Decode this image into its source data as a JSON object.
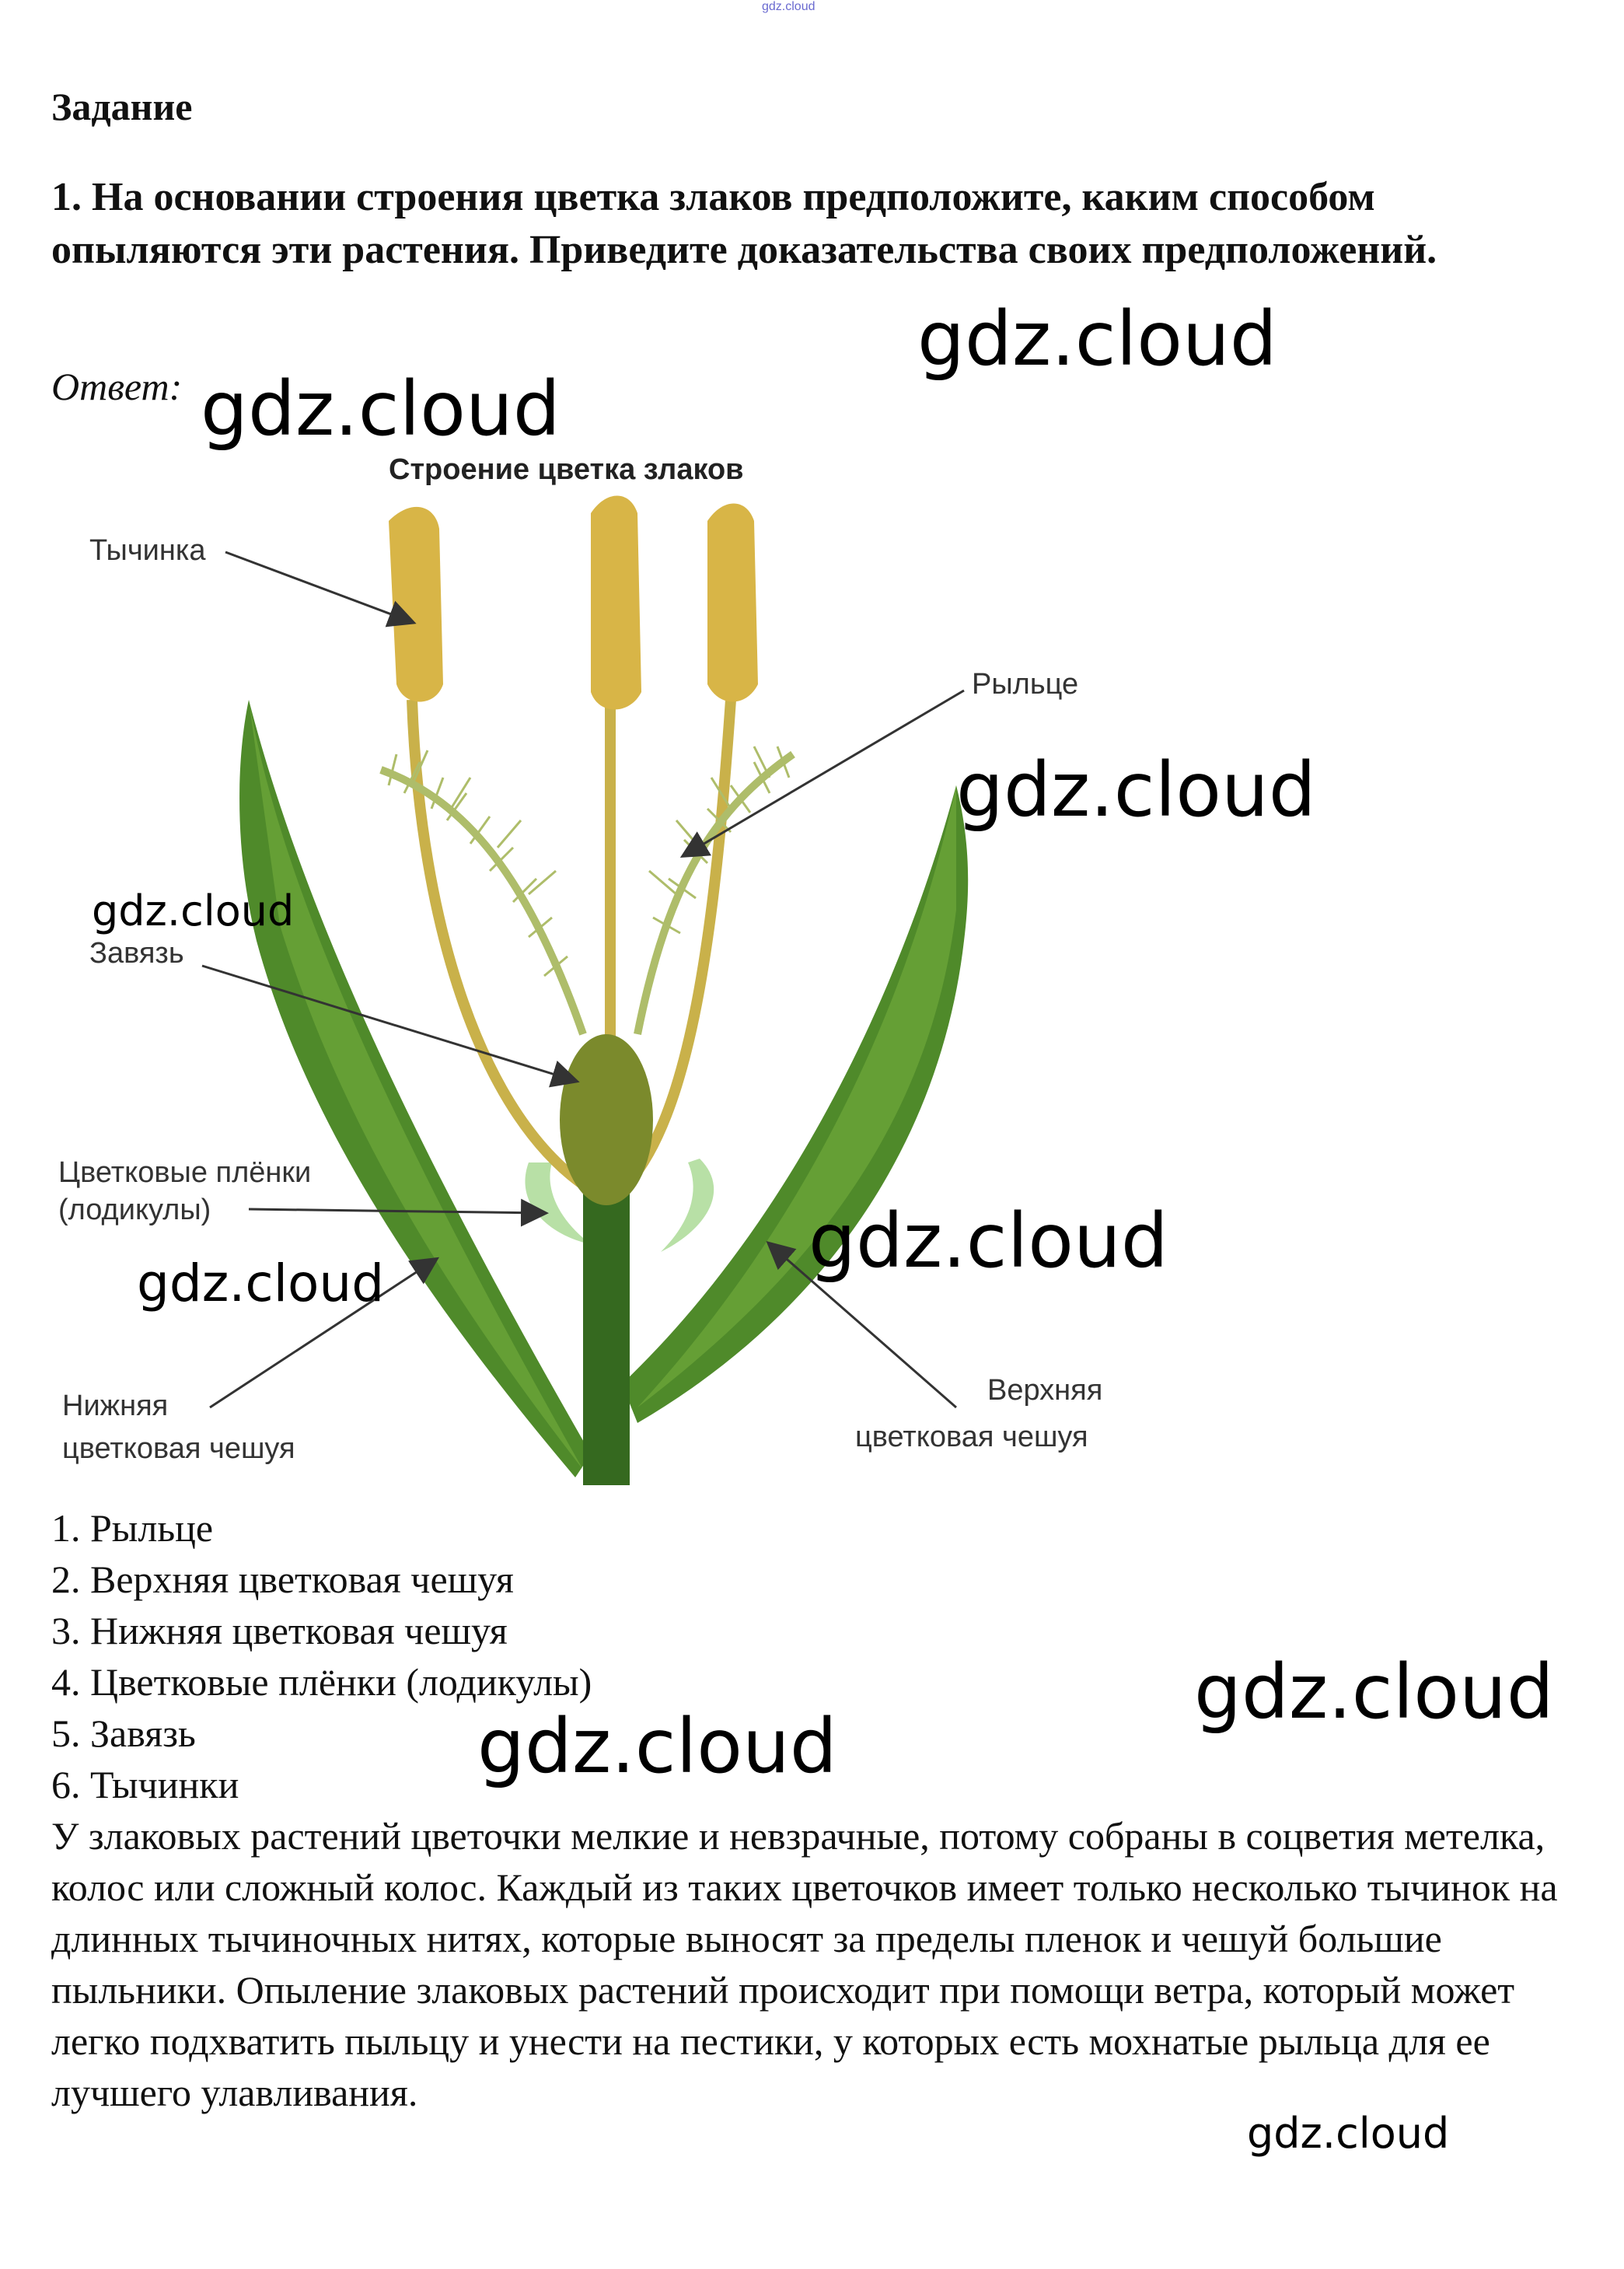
{
  "top_watermark": "gdz.cloud",
  "heading": "Задание",
  "task": "1. На основании строения цветка злаков предположите, каким способом опыляются эти растения. Приведите доказательства своих предположений.",
  "answer_label": "Ответ:",
  "watermark": "gdz.cloud",
  "figure": {
    "title": "Строение цветка злаков",
    "labels": {
      "stamen": "Тычинка",
      "stigma": "Рыльце",
      "ovary": "Завязь",
      "lodicules_1": "Цветковые плёнки",
      "lodicules_2": "(лодикулы)",
      "lower_scale_1": "Нижняя",
      "lower_scale_2": "цветковая чешуя",
      "upper_scale_1": "Верхняя",
      "upper_scale_2": "цветковая чешуя"
    }
  },
  "answer_list": [
    "1. Рыльце",
    "2. Верхняя цветковая чешуя",
    "3. Нижняя цветковая чешуя",
    "4. Цветковые плёнки (лодикулы)",
    "5. Завязь",
    "6. Тычинки"
  ],
  "paragraph": "У злаковых растений цветочки мелкие и невзрачные, потому собраны в соцветия метелка, колос или сложный колос. Каждый из таких цветочков имеет только несколько тычинок на длинных тычиночных нитях, которые выносят за пределы пленок и чешуй большие пыльники. Опыление злаковых растений происходит при помощи ветра, который может легко подхватить пыльцу и унести на пестики, у которых есть мохнатые рыльца для ее лучшего улавливания."
}
